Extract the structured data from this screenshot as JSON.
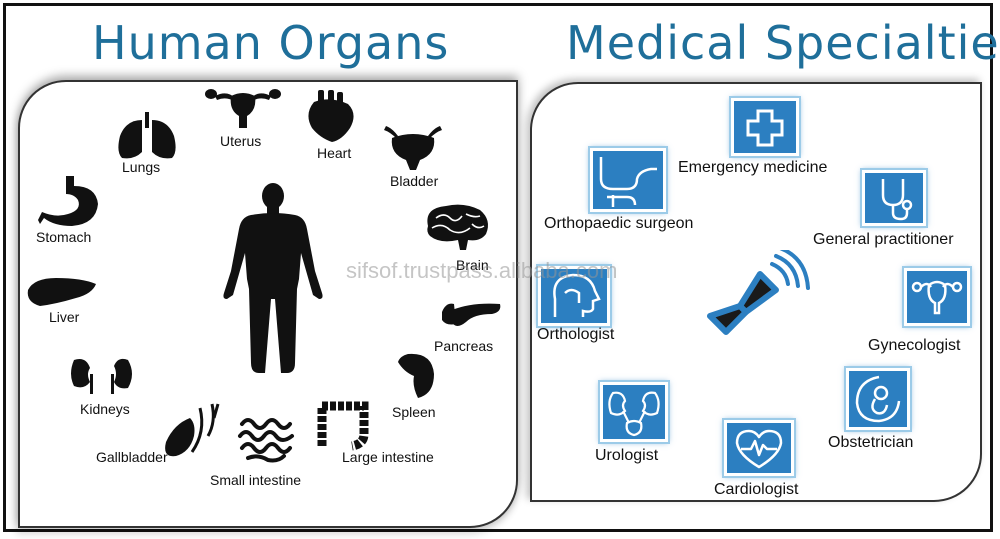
{
  "titles": {
    "left": "Human Organs",
    "right": "Medical Specialties"
  },
  "organs": {
    "uterus": "Uterus",
    "heart": "Heart",
    "lungs": "Lungs",
    "bladder": "Bladder",
    "stomach": "Stomach",
    "brain": "Brain",
    "liver": "Liver",
    "pancreas": "Pancreas",
    "kidneys": "Kidneys",
    "spleen": "Spleen",
    "gallbladder": "Gallbladder",
    "large_intestine": "Large intestine",
    "small_intestine": "Small intestine"
  },
  "specialties": {
    "emergency": "Emergency medicine",
    "orthopaedic": "Orthopaedic surgeon",
    "general": "General practitioner",
    "orthologist": "Orthologist",
    "gynecologist": "Gynecologist",
    "urologist": "Urologist",
    "obstetrician": "Obstetrician",
    "cardiologist": "Cardiologist"
  },
  "watermark": "sifsof.trustpass.alibaba.com",
  "colors": {
    "title": "#1f6f9a",
    "icon_box": "#2c7fc1",
    "icon_glow": "#9ccbe8",
    "silhouette": "#111111"
  },
  "icons": {
    "emergency": "medical-cross-icon",
    "orthopaedic": "knee-joint-icon",
    "general": "stethoscope-icon",
    "orthologist": "head-profile-icon",
    "gynecologist": "uterus-icon",
    "urologist": "kidneys-bladder-icon",
    "obstetrician": "fetus-icon",
    "cardiologist": "heart-ecg-icon",
    "center": "ultrasound-probe-icon"
  }
}
